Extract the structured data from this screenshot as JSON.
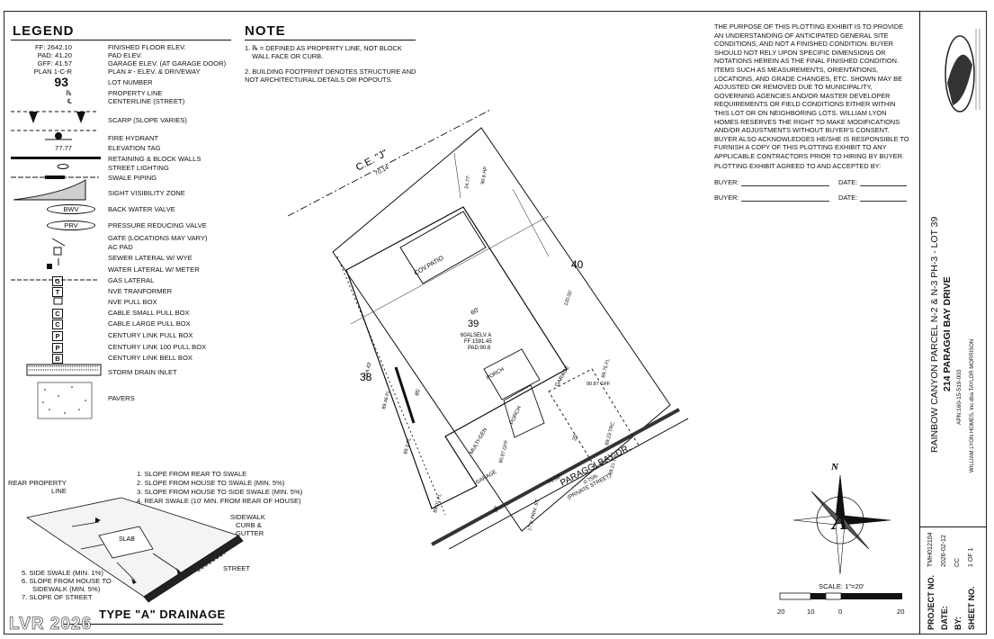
{
  "legend": {
    "title": "LEGEND",
    "items": [
      {
        "sym": "FF: 2642.10",
        "label": "FINISHED FLOOR ELEV."
      },
      {
        "sym": "PAD: 41.20",
        "label": "PAD ELEV."
      },
      {
        "sym": "GFF: 41.57",
        "label": "GARAGE ELEV. (AT GARAGE DOOR)"
      },
      {
        "sym": "PLAN 1-C-R",
        "label": "PLAN # - ELEV. & DRIVEWAY"
      },
      {
        "sym": "93",
        "label": "LOT NUMBER"
      },
      {
        "sym": "℞",
        "label": "PROPERTY LINE"
      },
      {
        "sym": "℄",
        "label": "CENTERLINE (STREET)"
      },
      {
        "sym": "",
        "label": "SCARP (SLOPE VARIES)"
      },
      {
        "sym": "",
        "label": "FIRE HYDRANT"
      },
      {
        "sym": "77.77",
        "label": "ELEVATION TAG"
      },
      {
        "sym": "",
        "label": "RETAINING & BLOCK WALLS"
      },
      {
        "sym": "",
        "label": "STREET LIGHTING"
      },
      {
        "sym": "",
        "label": "SWALE PIPING"
      },
      {
        "sym": "",
        "label": "SIGHT VISIBILITY ZONE"
      },
      {
        "sym": "BWV",
        "label": "BACK WATER VALVE"
      },
      {
        "sym": "PRV",
        "label": "PRESSURE REDUCING VALVE"
      },
      {
        "sym": "",
        "label": "GATE (LOCATIONS MAY VARY)"
      },
      {
        "sym": "",
        "label": "AC PAD"
      },
      {
        "sym": "",
        "label": "SEWER LATERAL W/ WYE"
      },
      {
        "sym": "",
        "label": "WATER LATERAL W/ METER"
      },
      {
        "sym": "G",
        "label": "GAS LATERAL"
      },
      {
        "sym": "T",
        "label": "NVE TRANFORMER"
      },
      {
        "sym": "",
        "label": "NVE PULL BOX"
      },
      {
        "sym": "C",
        "label": "CABLE SMALL PULL BOX"
      },
      {
        "sym": "C",
        "label": "CABLE LARGE PULL BOX"
      },
      {
        "sym": "P",
        "label": "CENTURY LINK PULL BOX"
      },
      {
        "sym": "P",
        "label": "CENTURY LINK 100 PULL BOX"
      },
      {
        "sym": "B",
        "label": "CENTURY LINK BELL BOX"
      },
      {
        "sym": "",
        "label": "STORM DRAIN INLET"
      },
      {
        "sym": "",
        "label": "PAVERS"
      }
    ]
  },
  "note": {
    "title": "NOTE",
    "line1a": "1.  ℞  = DEFINED AS PROPERTY LINE, NOT BLOCK",
    "line1b": "WALL FACE OR CURB.",
    "line2a": "2. BUILDING FOOTPRINT DENOTES STRUCTURE AND",
    "line2b": "NOT ARCHITECTURAL DETAILS OR POPOUTS."
  },
  "disclaimer": "THE PURPOSE OF THIS PLOTTING EXHIBIT IS TO PROVIDE AN UNDERSTANDING OF ANTICIPATED GENERAL SITE CONDITIONS, AND NOT A FINISHED CONDITION. BUYER SHOULD NOT RELY UPON SPECIFIC DIMENSIONS OR NOTATIONS HEREIN AS THE FINAL FINISHED CONDITION. ITEMS SUCH AS MEASUREMENTS, ORIENTATIONS, LOCATIONS, AND GRADE CHANGES, ETC. SHOWN MAY BE ADJUSTED OR REMOVED DUE TO MUNICIPALITY, GOVERNING AGENCIES AND/OR MASTER DEVELOPER REQUIREMENTS OR FIELD CONDITIONS EITHER WITHIN THIS LOT OR ON NEIGHBORING LOTS. WILLIAM LYON HOMES RESERVES THE RIGHT TO MAKE MODIFICATIONS AND/OR ADJUSTMENTS WITHOUT BUYER'S CONSENT. BUYER ALSO ACKNOWLEDGES HE/SHE IS RESPONSIBLE TO FURNISH A COPY OF THIS PLOTTING EXHIBIT TO ANY APPLICABLE CONTRACTORS PRIOR TO HIRING BY BUYER.",
  "agreement": {
    "heading": "PLOTTING EXHIBIT AGREED TO AND ACCEPTED BY:",
    "buyer_label": "BUYER:",
    "date_label": "DATE:"
  },
  "plan": {
    "street_name": "PARAGGI BAY DR.",
    "street_sub": "(PRIVATE STREET)",
    "easement": "C.E. \"J\"",
    "lot_number": "39",
    "lot_info_1": "60ALSELV A",
    "lot_info_2": "FF:1591.45",
    "lot_info_3": "PAD:90.8",
    "adj_lot_left": "38",
    "adj_lot_right": "40",
    "cov_patio": "COV.PATIO",
    "porch": "PORCH",
    "porch2": "PORCH",
    "garage": "GARAGE",
    "garage2": "GARAGE",
    "multigen": "MULTI-GEN",
    "dims": {
      "top_width": "70.14'",
      "bottom_width": "70.00'",
      "house_width": "60'",
      "left_depth": "124.43'",
      "right_depth": "120.00'",
      "setback": "24.77'",
      "building_depth": "85'",
      "slope": "0.75%",
      "street_width": "17.5' PRIV. ST.",
      "gff_right": "90.87 GFF",
      "gff_left": "90.87 GFF",
      "fl_right": "89.75 FL",
      "fl_left": "89.46 FL",
      "fl_left2": "89.3 FL",
      "fl_bottom": "89.01 FL",
      "trc_1": "89.23 TRC",
      "trc_2": "89.21 TRC",
      "hp": "90.6 HP",
      "dim_20": "20'",
      "dim_10": "10'"
    }
  },
  "drainage": {
    "title": "TYPE \"A\" DRAINAGE",
    "notes_top": [
      "1. SLOPE FROM REAR TO SWALE",
      "2. SLOPE FROM HOUSE TO SWALE (MIN. 5%)",
      "3. SLOPE FROM HOUSE TO SIDE SWALE (MIN. 5%)",
      "4. REAR SWALE (10' MIN. FROM REAR OF HOUSE)"
    ],
    "notes_bottom": [
      "5. SIDE SWALE (MIN. 1%)",
      "6. SLOPE FROM HOUSE TO",
      "SIDEWALK (MIN. 5%)",
      "7. SLOPE OF STREET"
    ],
    "rear_property": "REAR PROPERTY",
    "line": "LINE",
    "slab": "SLAB",
    "sidewalk": "SIDEWALK",
    "curb": "CURB &",
    "gutter": "GUTTER",
    "street": "STREET"
  },
  "scale": {
    "label": "SCALE: 1\"=20'",
    "ticks": [
      "20",
      "10",
      "0",
      "20"
    ]
  },
  "title_block": {
    "main_1": "RAINBOW CANYON PARCEL N-2 & N-3 PH-3 - LOT 39",
    "main_2": "214 PARAGGI  BAY DRIVE",
    "apn": "APN:160-15-519-003",
    "builder": "WILLIAM LYON HOMES, Inc dba TAYLOR MORRISON",
    "project_label": "PROJECT NO.",
    "project_value": "TMH012104",
    "date_label": "DATE:",
    "date_value": "2026-02-12",
    "by_label": "BY:",
    "by_value": "CC",
    "sheet_label": "SHEET NO.",
    "sheet_value": "1 OF 1"
  },
  "watermark": "LVR 2026"
}
